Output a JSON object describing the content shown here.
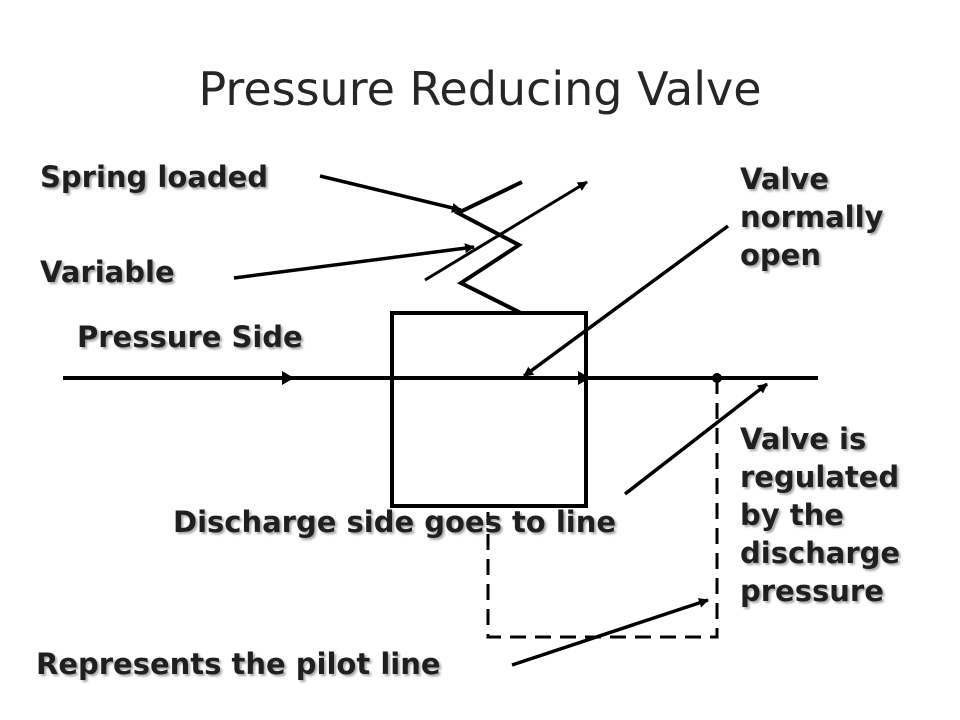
{
  "slide": {
    "title": "Pressure Reducing Valve"
  },
  "labels": {
    "spring_loaded": "Spring loaded",
    "variable": "Variable",
    "pressure_side": "Pressure Side",
    "valve_normally_open": "Valve normally open",
    "valve_regulated": "Valve is regulated by the discharge pressure",
    "discharge_side": "Discharge side goes to line",
    "pilot_line": "Represents the pilot line"
  },
  "colors": {
    "line": "#000000",
    "text": "#1f1f1f",
    "title": "#262626"
  }
}
